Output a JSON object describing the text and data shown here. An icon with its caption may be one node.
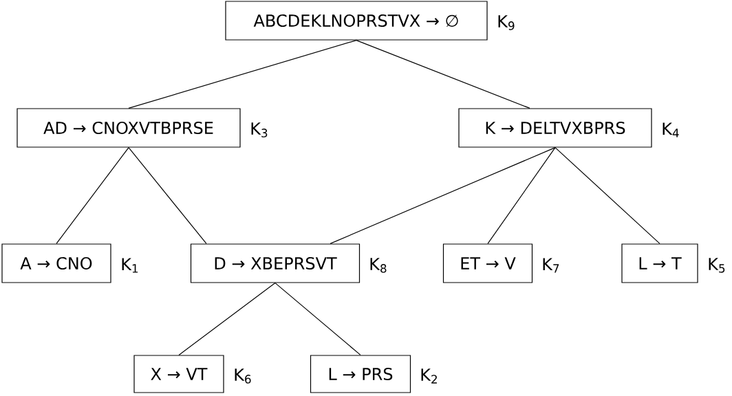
{
  "diagram": {
    "nodes": [
      {
        "text": [
          "ABCDEKLNOPRSTVX → ∅"
        ],
        "beside": [
          "K$_{9}$"
        ]
      },
      {
        "text": [
          "AD → CNOXVTBPRSE"
        ],
        "beside": [
          "K$_{3}$"
        ]
      },
      {
        "text": [
          "K → DELTVXBPRS"
        ],
        "beside": [
          "K$_{4}$"
        ]
      },
      {
        "text": [
          "A → CNO"
        ],
        "beside": [
          "K$_{1}$"
        ]
      },
      {
        "text": [
          "D → XBEPRSVT"
        ],
        "beside": [
          "K$_{8}$"
        ]
      },
      {
        "text": [
          "ET → V"
        ],
        "beside": [
          "K$_{7}$"
        ]
      },
      {
        "text": [
          "L → T"
        ],
        "beside": [
          "K$_{5}$"
        ]
      },
      {
        "text": [
          "X → VT"
        ],
        "beside": [
          "K$_{6}$"
        ]
      },
      {
        "text": [
          "L → PRS"
        ],
        "beside": [
          "K$_{2}$"
        ]
      }
    ],
    "edges": [
      {
        "from": 0,
        "to": 1,
        "arrow": "none"
      },
      {
        "from": 0,
        "to": 2,
        "arrow": "none"
      },
      {
        "from": 1,
        "to": 3,
        "arrow": "none"
      },
      {
        "from": 1,
        "to": 4,
        "arrow": "none"
      },
      {
        "from": 2,
        "to": 4,
        "arrow": "none"
      },
      {
        "from": 2,
        "to": 5,
        "arrow": "none"
      },
      {
        "from": 2,
        "to": 6,
        "arrow": "none"
      },
      {
        "from": 4,
        "to": 7,
        "arrow": "none"
      },
      {
        "from": 4,
        "to": 8,
        "arrow": "none"
      }
    ]
  }
}
